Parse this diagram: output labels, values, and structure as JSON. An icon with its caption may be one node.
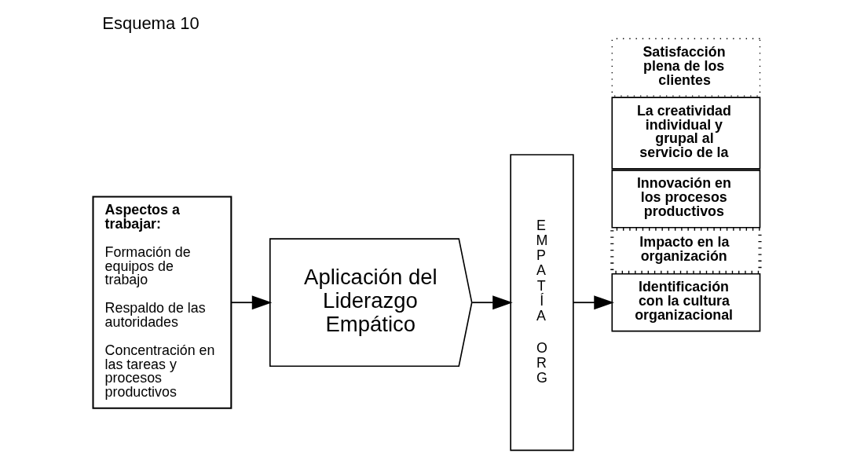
{
  "diagram": {
    "title": "Esquema 10",
    "nodes": [
      {
        "text": [
          "Aspectos a trabajar:",
          "Formación de equipos de trabajo",
          "Respaldo de las autoridades",
          "Concentración en las tareas y procesos productivos"
        ]
      },
      {
        "text": [
          "Aplicación del Liderazgo Empático"
        ]
      },
      {
        "text": [
          "EMPATÍA",
          "ORG"
        ]
      },
      {
        "text": [
          "Impacto en la organización"
        ]
      },
      {
        "text": [
          "Innovación en los procesos productivos"
        ]
      },
      {
        "text": [
          "Identificación con la cultura organizacional"
        ]
      },
      {
        "text": [
          "La creatividad individual y grupal al servicio de la"
        ]
      },
      {
        "text": [
          "Satisfacción plena de los clientes"
        ]
      }
    ],
    "edges": [
      {
        "from": 0,
        "to": 1,
        "arrow": "to"
      },
      {
        "from": 1,
        "to": 2,
        "arrow": "to"
      },
      {
        "from": 2,
        "to": 5,
        "arrow": "to"
      }
    ]
  }
}
